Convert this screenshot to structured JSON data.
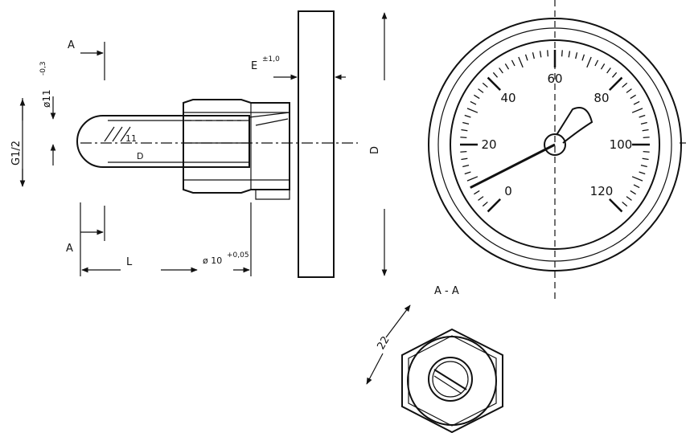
{
  "side_view": {
    "section_mark_top": "A",
    "section_mark_bottom": "A",
    "thread_label": "G1/2",
    "diameter_label": "ø11",
    "diameter_tolerance": "-0,3",
    "flange_thickness_label": "E",
    "flange_thickness_tolerance": "±1,0",
    "length_label": "L",
    "stem_diameter_label": "ø 10",
    "stem_diameter_tolerance": "+0,05",
    "dial_diameter_label": "D",
    "pin_label": "11",
    "inner_label": "D"
  },
  "gauge": {
    "scale_labels": [
      "0",
      "20",
      "40",
      "60",
      "80",
      "100",
      "120"
    ],
    "scale_min": 0,
    "scale_max": 120,
    "pointer_value": 8
  },
  "section_view": {
    "title": "A - A",
    "wrench_label": "22"
  }
}
